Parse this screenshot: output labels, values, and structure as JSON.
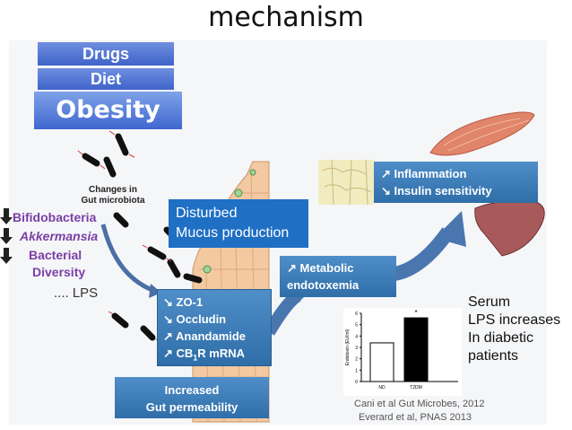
{
  "title": "mechanism",
  "top_boxes": {
    "drugs": "Drugs",
    "diet": "Diet",
    "obesity": "Obesity"
  },
  "gut": {
    "changes_line1": "Changes in",
    "changes_line2": "Gut microbiota"
  },
  "side_list": {
    "items": [
      "Bifidobacteria",
      "Akkermansia",
      "Bacterial",
      "Diversity"
    ],
    "lps": "....  LPS"
  },
  "mucus": {
    "line1": "Disturbed",
    "line2": "Mucus production"
  },
  "tight_junction": {
    "items": [
      "↘ ZO-1",
      "↘ Occludin",
      "↗ Anandamide",
      "↗ CB"
    ],
    "cb_sub": "1",
    "cb_rest": "R mRNA"
  },
  "permeability": {
    "line1": "Increased",
    "line2": "Gut permeability"
  },
  "metabolic": {
    "line1": "↗ Metabolic",
    "line2": "endotoxemia"
  },
  "inflammation": {
    "line1": "↗ Inflammation",
    "line2": "↘ Insulin sensitivity"
  },
  "serum": {
    "lines": [
      "Serum",
      "LPS increases",
      "In diabetic",
      "patients"
    ]
  },
  "references": [
    "Cani et al Gut Microbes, 2012",
    "Everard et al, PNAS 2013"
  ],
  "chart_data": {
    "type": "bar",
    "categories": [
      "ND",
      "T2DM"
    ],
    "values": [
      3.4,
      5.6
    ],
    "ylabel": "Endotoxin (EU/ml)",
    "ylim": [
      0,
      6
    ],
    "yticks": [
      "0",
      "1",
      "2",
      "3",
      "4",
      "5",
      "6"
    ],
    "annotation": "*",
    "bar_colors": [
      "#ffffff",
      "#000000"
    ]
  }
}
